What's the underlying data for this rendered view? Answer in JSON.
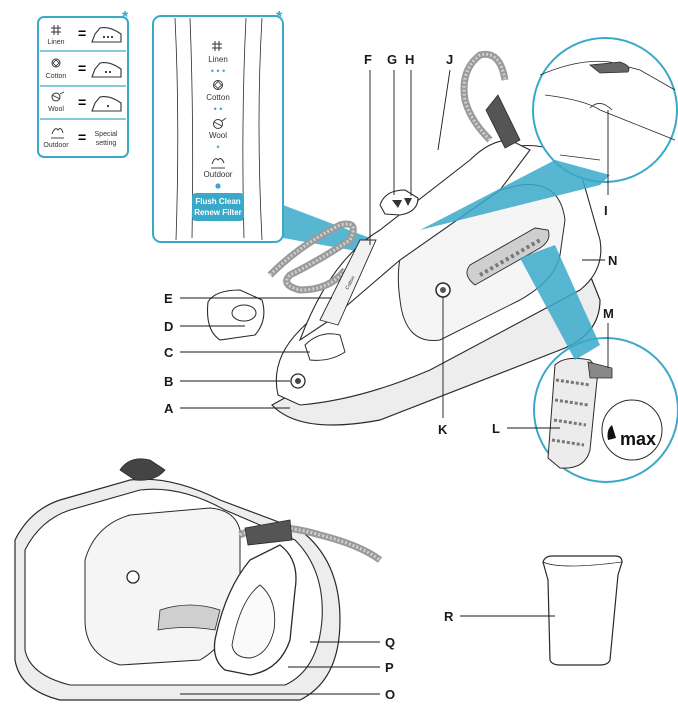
{
  "accent_color": "#3aa9c9",
  "legend_box": {
    "asterisk": "*",
    "rows": [
      {
        "icon": "linen-icon",
        "label": "Linen",
        "equals": "=",
        "dots": 3
      },
      {
        "icon": "cotton-icon",
        "label": "Cotton",
        "equals": "=",
        "dots": 2
      },
      {
        "icon": "wool-icon",
        "label": "Wool",
        "equals": "=",
        "dots": 1
      },
      {
        "icon": "outdoor-icon",
        "label": "Outdoor",
        "equals": "=",
        "text_line1": "Special",
        "text_line2": "setting"
      }
    ]
  },
  "dial_panel": {
    "asterisk": "*",
    "settings": [
      {
        "label": "Linen",
        "icon": "linen-icon",
        "dots": "• • •"
      },
      {
        "label": "Cotton",
        "icon": "cotton-icon",
        "dots": "• •"
      },
      {
        "label": "Wool",
        "icon": "wool-icon",
        "dots": "•"
      },
      {
        "label": "Outdoor",
        "icon": "outdoor-icon",
        "dots": ""
      }
    ],
    "button_line1": "Flush Clean",
    "button_line2": "Renew Filter"
  },
  "callouts": {
    "A": "A",
    "B": "B",
    "C": "C",
    "D": "D",
    "E": "E",
    "F": "F",
    "G": "G",
    "H": "H",
    "I": "I",
    "J": "J",
    "K": "K",
    "L": "L",
    "M": "M",
    "N": "N",
    "O": "O",
    "P": "P",
    "Q": "Q",
    "R": "R"
  },
  "max_label": "max"
}
